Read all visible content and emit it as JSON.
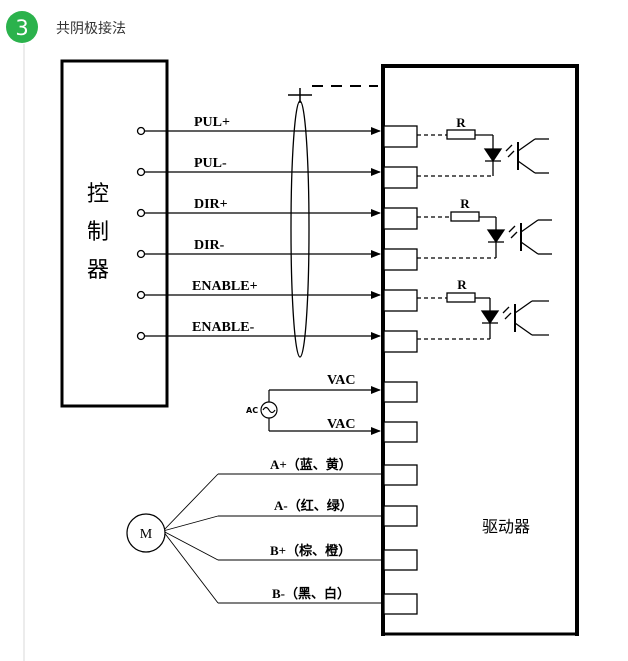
{
  "header": {
    "step_number": "3",
    "step_color": "#2bb24c",
    "title": "共阴极接法"
  },
  "diagram": {
    "controller_label": [
      "控",
      "制",
      "器"
    ],
    "driver_label": "驱动器",
    "signal_labels": [
      "PUL+",
      "PUL-",
      "DIR+",
      "DIR-",
      "ENABLE+",
      "ENABLE-"
    ],
    "resistor_label": "R",
    "ac_source_label": "AC",
    "vac_labels": [
      "VAC",
      "VAC"
    ],
    "motor_label": "M",
    "motor_phase_labels": [
      "A+（蓝、黄）",
      "A-（红、绿）",
      "B+（棕、橙）",
      "B-（黑、白）"
    ]
  },
  "colors": {
    "line": "#000000",
    "guide_line": "#d9d9d9"
  }
}
